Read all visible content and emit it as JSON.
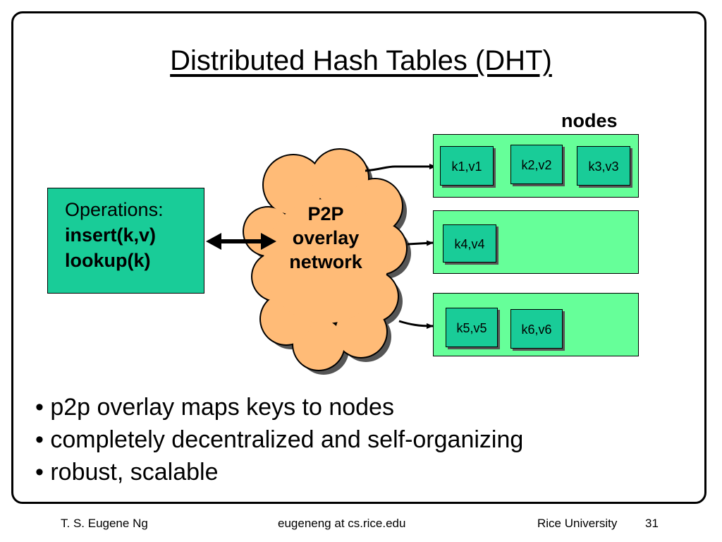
{
  "slide": {
    "title": "Distributed Hash Tables (DHT)",
    "nodes_label": "nodes",
    "operations": {
      "heading": "Operations:",
      "insert": "insert(k,v)",
      "lookup": "lookup(k)"
    },
    "cloud": {
      "line1": "P2P",
      "line2": "overlay",
      "line3": "network"
    },
    "nodes": [
      {
        "pairs": [
          "k1,v1",
          "k2,v2",
          "k3,v3"
        ]
      },
      {
        "pairs": [
          "k4,v4"
        ]
      },
      {
        "pairs": [
          "k5,v5",
          "k6,v6"
        ]
      }
    ],
    "bullets": [
      "• p2p overlay maps keys to nodes",
      "• completely decentralized and self-organizing",
      "• robust, scalable"
    ]
  },
  "footer": {
    "author": "T. S. Eugene Ng",
    "email": "eugeneng at cs.rice.edu",
    "institution": "Rice University",
    "page": "31"
  },
  "colors": {
    "ops_fill": "#19cc98",
    "node_fill": "#66ff99",
    "kv_fill": "#19cc98",
    "cloud_fill": "#ffbb77"
  }
}
